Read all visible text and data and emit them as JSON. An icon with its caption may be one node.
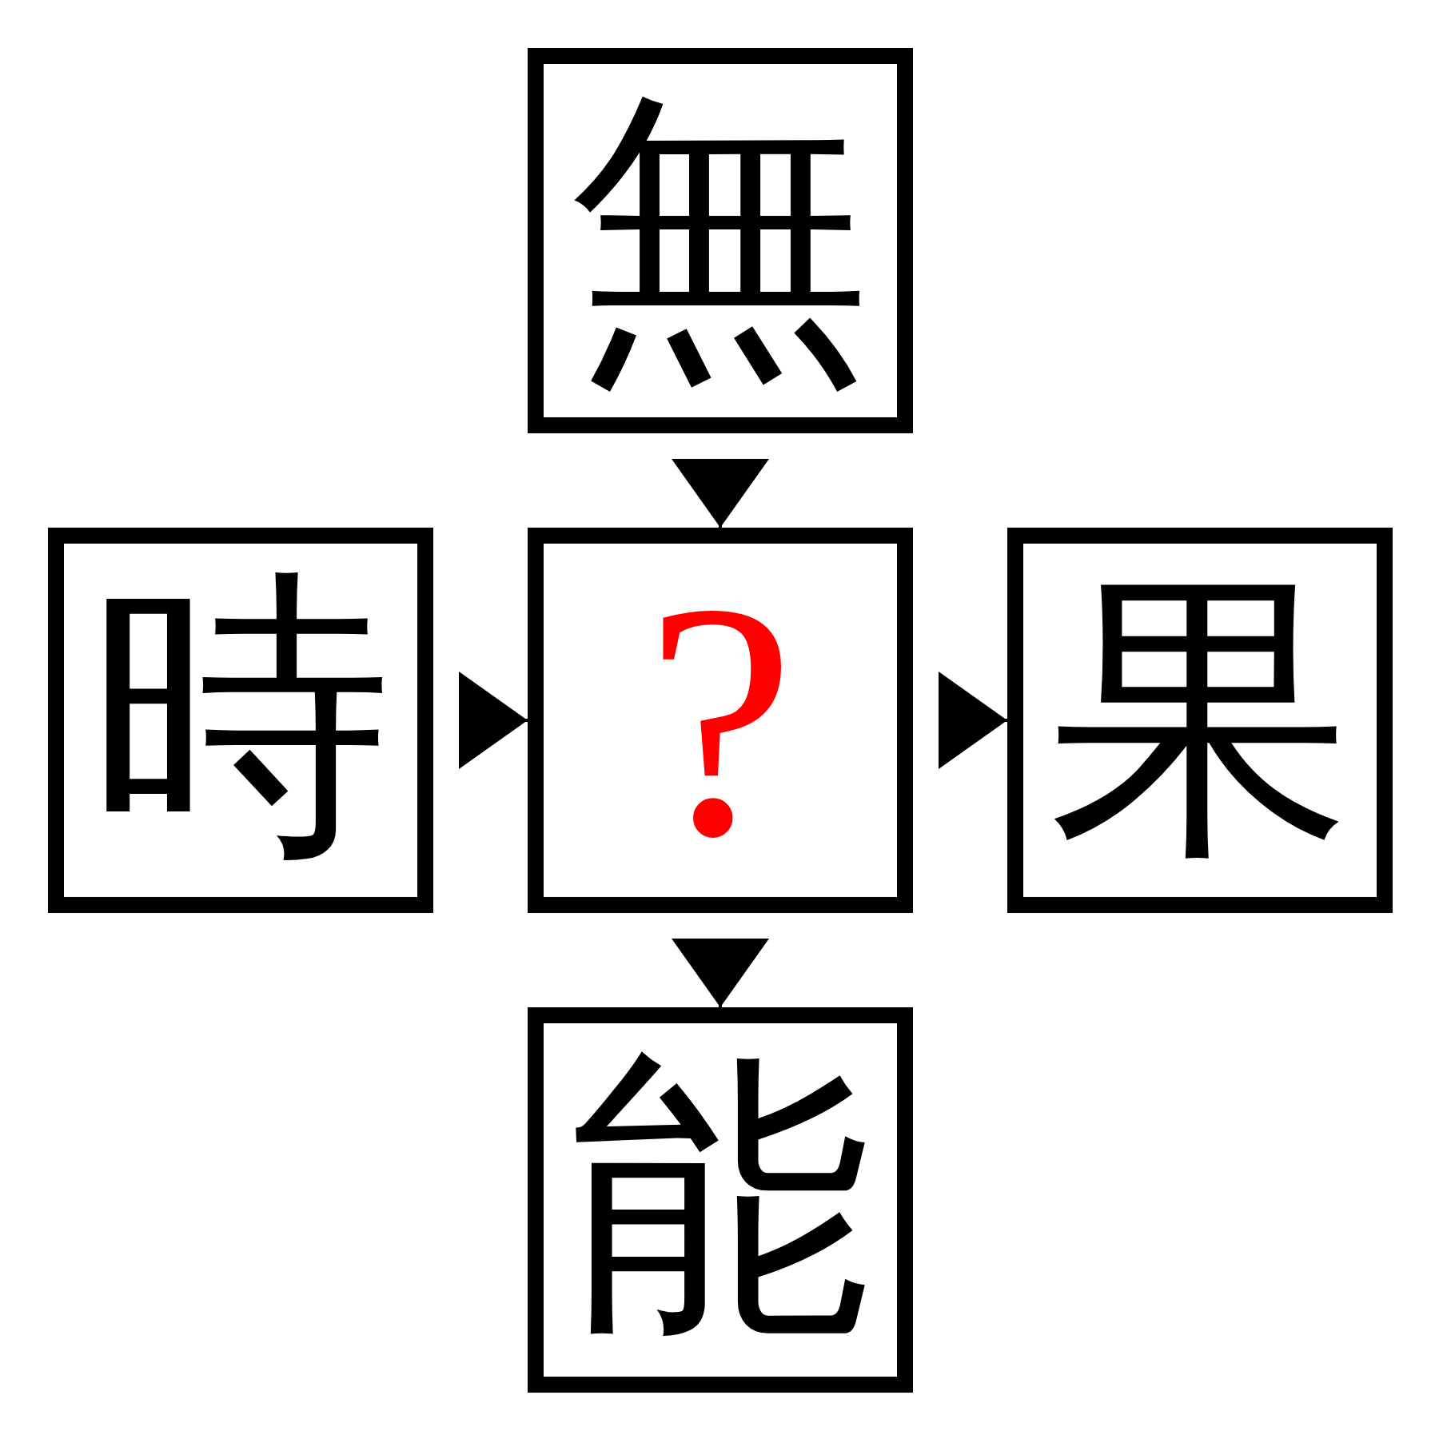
{
  "diagram": {
    "nodes": [
      {
        "text": [
          "無"
        ]
      },
      {
        "text": [
          "時"
        ]
      },
      {
        "text": [
          "?"
        ]
      },
      {
        "text": [
          "果"
        ]
      },
      {
        "text": [
          "能"
        ]
      }
    ],
    "edges": [
      {
        "from": 0,
        "to": 2,
        "arrow": "to"
      },
      {
        "from": 1,
        "to": 2,
        "arrow": "to"
      },
      {
        "from": 2,
        "to": 3,
        "arrow": "to"
      },
      {
        "from": 2,
        "to": 4,
        "arrow": "to"
      }
    ]
  }
}
